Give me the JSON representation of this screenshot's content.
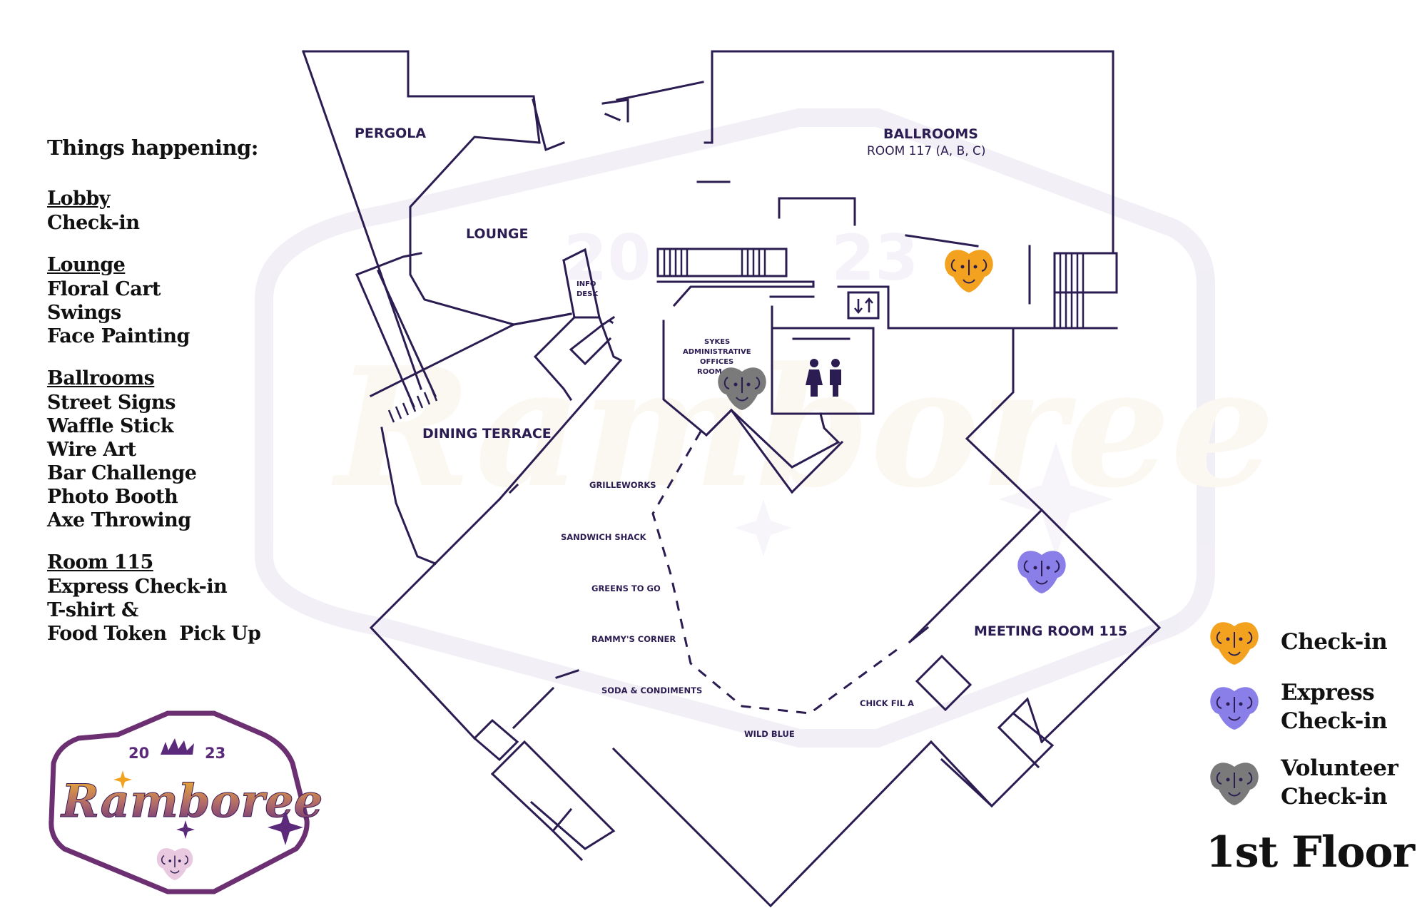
{
  "sidebar": {
    "heading": "Things happening:",
    "groups": [
      {
        "title": "Lobby",
        "items": [
          "Check-in"
        ]
      },
      {
        "title": "Lounge",
        "items": [
          "Floral Cart",
          "Swings",
          "Face Painting"
        ]
      },
      {
        "title": "Ballrooms",
        "items": [
          "Street Signs",
          "Waffle Stick",
          "Wire Art",
          "Bar Challenge",
          "Photo Booth",
          "Axe Throwing"
        ]
      },
      {
        "title": "Room 115",
        "items": [
          "Express Check-in",
          "T-shirt &",
          "Food Token  Pick Up"
        ]
      }
    ]
  },
  "logo": {
    "year_left": "20",
    "year_right": "23",
    "word": "Ramboree"
  },
  "watermark": {
    "year_left": "20",
    "year_right": "23",
    "word": "Ramboree"
  },
  "map": {
    "rooms": {
      "pergola": "PERGOLA",
      "lounge": "LOUNGE",
      "ballrooms": "BALLROOMS",
      "ballrooms_sub": "ROOM 117 (A, B, C)",
      "dining_terrace": "DINING TERRACE",
      "meeting_room": "MEETING ROOM 115",
      "info_desk_1": "INFO",
      "info_desk_2": "DESK",
      "sykes_1": "SYKES",
      "sykes_2": "ADMINISTRATIVE",
      "sykes_3": "OFFICES",
      "sykes_4": "ROOM 1"
    },
    "food": [
      "GRILLEWORKS",
      "SANDWICH SHACK",
      "GREENS TO GO",
      "RAMMY'S CORNER",
      "SODA & CONDIMENTS",
      "WILD BLUE",
      "CHICK FIL A"
    ]
  },
  "legend": {
    "items": [
      {
        "label_1": "Check-in",
        "label_2": "",
        "color": "#f2a21f"
      },
      {
        "label_1": "Express",
        "label_2": "Check-in",
        "color": "#8a7fe8"
      },
      {
        "label_1": "Volunteer",
        "label_2": "Check-in",
        "color": "#7a7a7a"
      }
    ],
    "floor": "1st Floor"
  },
  "colors": {
    "wall": "#2b1c52",
    "logo_border": "#6b2f72",
    "check_in": "#f2a21f",
    "express": "#8a7fe8",
    "volunteer": "#7a7a7a"
  }
}
